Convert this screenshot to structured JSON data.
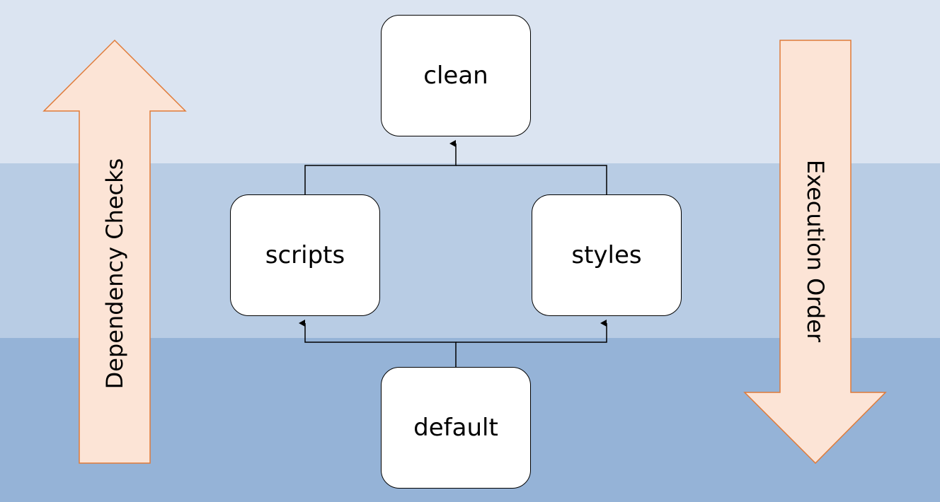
{
  "colors": {
    "band_top": "#dbe4f1",
    "band_mid": "#b8cce4",
    "band_bottom": "#95b3d7",
    "arrow_fill": "#fce4d6",
    "arrow_stroke": "#e07b39",
    "node_fill": "#ffffff",
    "line": "#000000"
  },
  "nodes": {
    "clean": "clean",
    "scripts": "scripts",
    "styles": "styles",
    "default": "default"
  },
  "arrows": {
    "dependency": "Dependency Checks",
    "execution": "Execution Order"
  }
}
